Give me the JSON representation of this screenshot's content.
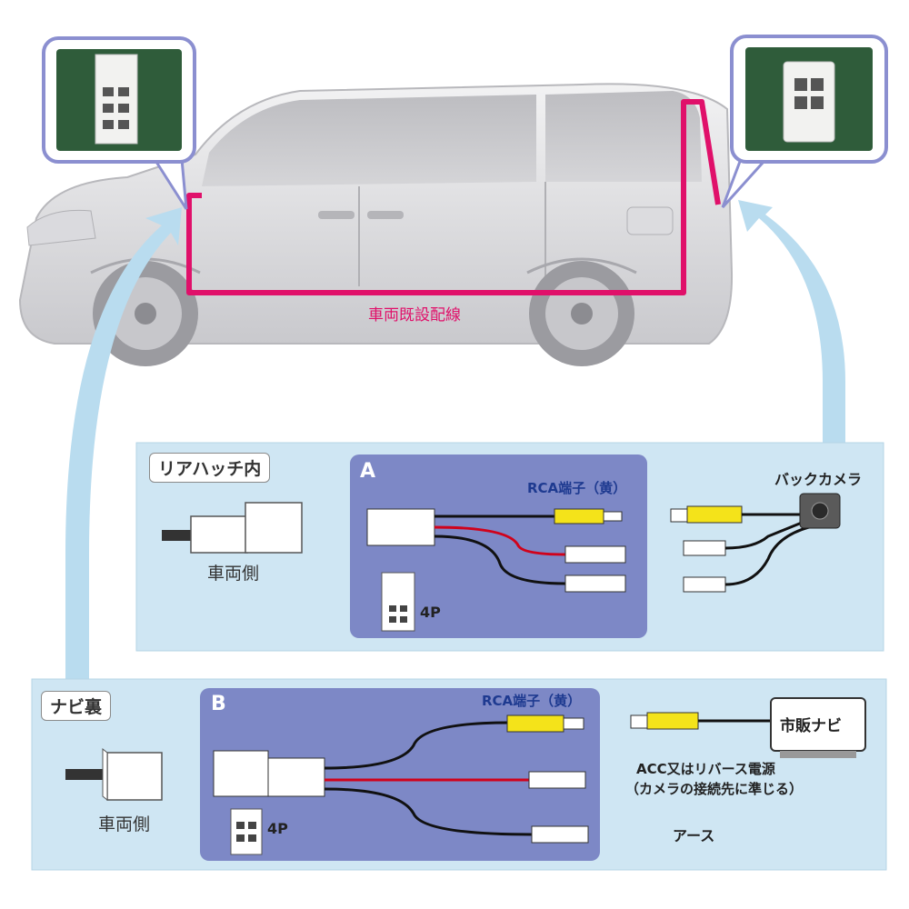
{
  "labels": {
    "vehicle_wiring": "車両既設配線",
    "rear_hatch": "リアハッチ内",
    "vehicle_side_top": "車両側",
    "section_a": "A",
    "rca_a": "RCA端子（黄）",
    "four_p_a": "4P",
    "back_camera": "バックカメラ",
    "navi_back": "ナビ裏",
    "vehicle_side_bottom": "車両側",
    "section_b": "B",
    "rca_b": "RCA端子（黄）",
    "four_p_b": "4P",
    "market_navi": "市販ナビ",
    "acc_line1": "ACC又はリバース電源",
    "acc_line2": "（カメラの接続先に準じる）",
    "earth": "アース"
  },
  "colors": {
    "wiring": "#e0106a",
    "panel_bg": "#cfe6f3",
    "section_bg": "#7d88c6",
    "rca_yellow": "#f4e31a",
    "red_wire": "#d0021b",
    "black_wire": "#111111",
    "arrow": "#b9dcef"
  }
}
